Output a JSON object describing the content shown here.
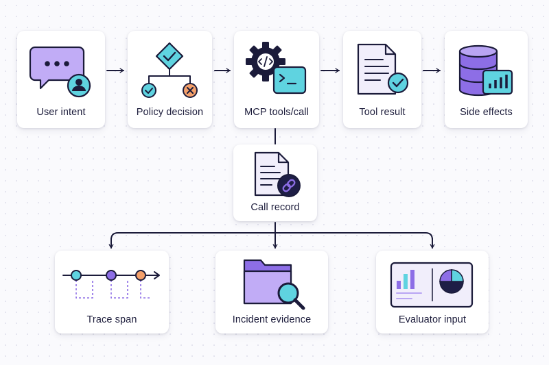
{
  "colors": {
    "ink": "#1b1b3a",
    "purple": "#b9a5f3",
    "purple_dark": "#8d6ee6",
    "cyan": "#5fd3e0",
    "orange": "#f4a06a",
    "navy": "#1e1e46"
  },
  "nodes": {
    "user_intent": {
      "label": "User intent",
      "icon": "chat-user-icon"
    },
    "policy_decision": {
      "label": "Policy decision",
      "icon": "decision-branch-icon"
    },
    "mcp_tools_call": {
      "label": "MCP tools/call",
      "icon": "gear-code-terminal-icon"
    },
    "tool_result": {
      "label": "Tool result",
      "icon": "document-check-icon"
    },
    "side_effects": {
      "label": "Side effects",
      "icon": "database-chart-icon"
    },
    "call_record": {
      "label": "Call record",
      "icon": "document-link-icon"
    },
    "trace_span": {
      "label": "Trace span",
      "icon": "timeline-icon"
    },
    "incident_evidence": {
      "label": "Incident evidence",
      "icon": "folder-search-icon"
    },
    "evaluator_input": {
      "label": "Evaluator input",
      "icon": "dashboard-chart-icon"
    }
  },
  "edges": [
    {
      "from": "user_intent",
      "to": "policy_decision"
    },
    {
      "from": "policy_decision",
      "to": "mcp_tools_call"
    },
    {
      "from": "mcp_tools_call",
      "to": "tool_result"
    },
    {
      "from": "tool_result",
      "to": "side_effects"
    },
    {
      "from": "mcp_tools_call",
      "to": "call_record"
    },
    {
      "from": "call_record",
      "to": "trace_span"
    },
    {
      "from": "call_record",
      "to": "incident_evidence"
    },
    {
      "from": "call_record",
      "to": "evaluator_input"
    }
  ]
}
